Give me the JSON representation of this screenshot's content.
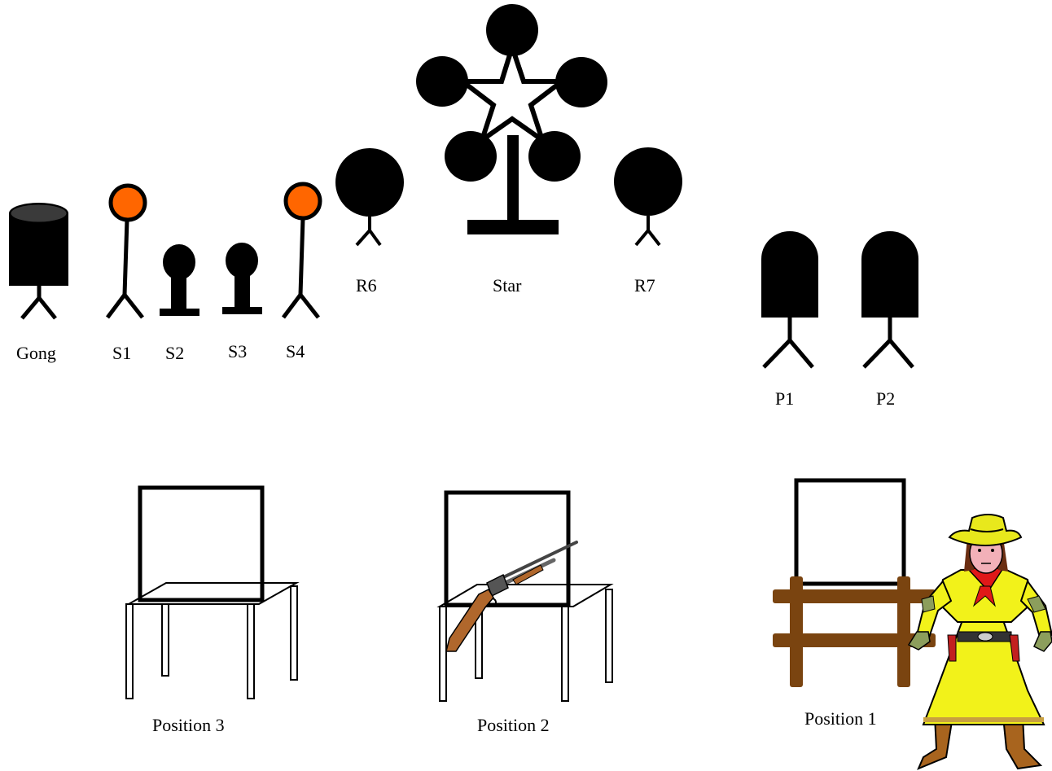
{
  "colors": {
    "ink": "#000000",
    "plate_orange": "#ff6600",
    "gong_top": "#3a3a3a",
    "wood": "#7a4410",
    "cowgirl_yellow": "#f2f21a",
    "hat_yellow": "#e8e81c",
    "bandana_red": "#e01818",
    "boot_brown": "#a8641e",
    "glove_green": "#8c9e5c",
    "skin": "#f2b0b8",
    "hair": "#6b2e12",
    "rifle_stock": "#b0672c",
    "rifle_metal": "#555555"
  },
  "labels": {
    "gong": "Gong",
    "s1": "S1",
    "s2": "S2",
    "s3": "S3",
    "s4": "S4",
    "r6": "R6",
    "star": "Star",
    "r7": "R7",
    "p1": "P1",
    "p2": "P2",
    "position3": "Position 3",
    "position2": "Position 2",
    "position1": "Position 1"
  },
  "icons": {
    "gong": "gong-target-icon",
    "plate": "plate-target-icon",
    "silhouette": "silhouette-target-icon",
    "rifle_target": "round-target-icon",
    "star": "star-spinner-target-icon",
    "pistol": "pistol-target-icon",
    "table": "shooting-table-icon",
    "rifle": "rifle-icon",
    "fence": "hitching-rail-icon",
    "cowgirl": "cowgirl-shooter-icon"
  }
}
